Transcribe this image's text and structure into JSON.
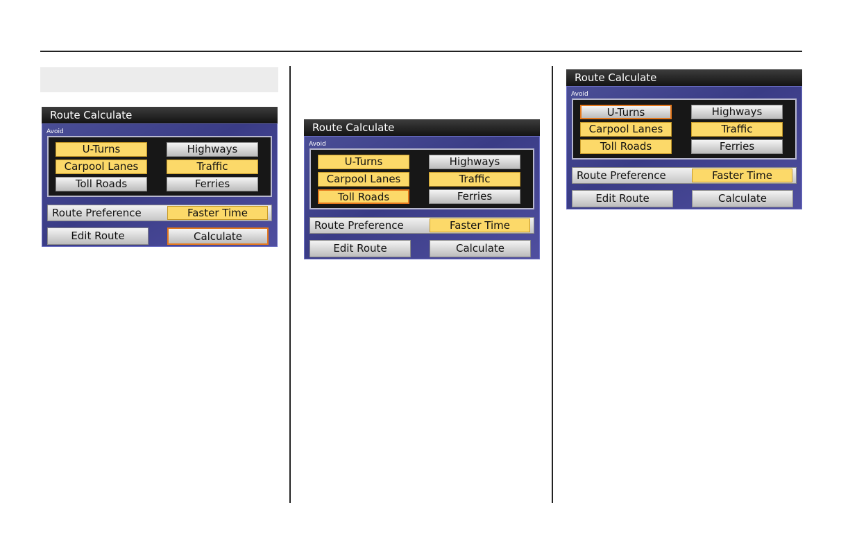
{
  "screens": [
    {
      "title": "Route Calculate",
      "avoid_label": "Avoid",
      "avoid_options": [
        {
          "label": "U-Turns",
          "selected": true,
          "focused": false
        },
        {
          "label": "Highways",
          "selected": false,
          "focused": false
        },
        {
          "label": "Carpool Lanes",
          "selected": true,
          "focused": false
        },
        {
          "label": "Traffic",
          "selected": true,
          "focused": false
        },
        {
          "label": "Toll Roads",
          "selected": false,
          "focused": false
        },
        {
          "label": "Ferries",
          "selected": false,
          "focused": false
        }
      ],
      "route_preference_label": "Route Preference",
      "route_preference_value": "Faster Time",
      "edit_route_label": "Edit Route",
      "calculate_label": "Calculate",
      "focused": "calculate"
    },
    {
      "title": "Route Calculate",
      "avoid_label": "Avoid",
      "avoid_options": [
        {
          "label": "U-Turns",
          "selected": true,
          "focused": false
        },
        {
          "label": "Highways",
          "selected": false,
          "focused": false
        },
        {
          "label": "Carpool Lanes",
          "selected": true,
          "focused": false
        },
        {
          "label": "Traffic",
          "selected": true,
          "focused": false
        },
        {
          "label": "Toll Roads",
          "selected": true,
          "focused": true
        },
        {
          "label": "Ferries",
          "selected": false,
          "focused": false
        }
      ],
      "route_preference_label": "Route Preference",
      "route_preference_value": "Faster Time",
      "edit_route_label": "Edit Route",
      "calculate_label": "Calculate",
      "focused": "toll-roads"
    },
    {
      "title": "Route Calculate",
      "avoid_label": "Avoid",
      "avoid_options": [
        {
          "label": "U-Turns",
          "selected": false,
          "focused": true
        },
        {
          "label": "Highways",
          "selected": false,
          "focused": false
        },
        {
          "label": "Carpool Lanes",
          "selected": true,
          "focused": false
        },
        {
          "label": "Traffic",
          "selected": true,
          "focused": false
        },
        {
          "label": "Toll Roads",
          "selected": true,
          "focused": false
        },
        {
          "label": "Ferries",
          "selected": false,
          "focused": false
        }
      ],
      "route_preference_label": "Route Preference",
      "route_preference_value": "Faster Time",
      "edit_route_label": "Edit Route",
      "calculate_label": "Calculate",
      "focused": "u-turns"
    }
  ],
  "colors": {
    "selected": "#fcd969",
    "focus_border": "#e4781c",
    "panel": "#3a3c86",
    "title_bar": "#1a1a1a"
  }
}
